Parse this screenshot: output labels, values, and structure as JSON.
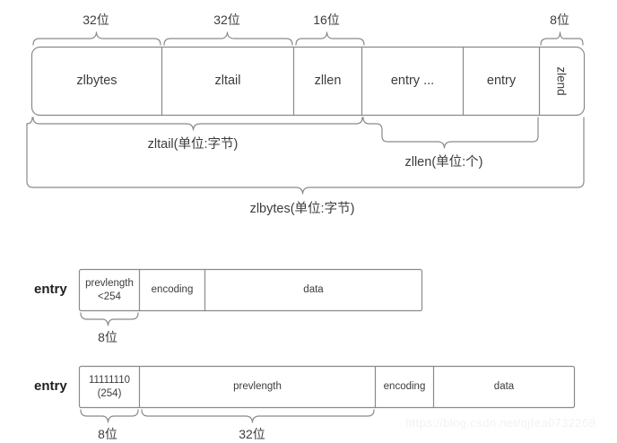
{
  "diagram": {
    "title": "Redis ziplist structure",
    "colors": {
      "border": "#8a8a8a",
      "text": "#3c3c3c",
      "background": "#ffffff",
      "watermark": "#f2f2f2"
    }
  },
  "ziplist": {
    "bit_labels": [
      {
        "text": "32位"
      },
      {
        "text": "32位"
      },
      {
        "text": "16位"
      },
      {
        "text": "8位"
      }
    ],
    "cells": [
      {
        "text": "zlbytes"
      },
      {
        "text": "zltail"
      },
      {
        "text": "zllen"
      },
      {
        "text": "entry ..."
      },
      {
        "text": "entry"
      },
      {
        "text": "zlend"
      }
    ],
    "braces": [
      {
        "text": "zltail(单位:字节)"
      },
      {
        "text": "zllen(单位:个)"
      },
      {
        "text": "zlbytes(单位:字节)"
      }
    ]
  },
  "entry_short": {
    "label": "entry",
    "cells": [
      {
        "line1": "prevlength",
        "line2": "<254"
      },
      {
        "line1": "encoding",
        "line2": ""
      },
      {
        "line1": "data",
        "line2": ""
      }
    ],
    "bit_labels": [
      {
        "text": "8位"
      }
    ]
  },
  "entry_long": {
    "label": "entry",
    "cells": [
      {
        "line1": "11111110",
        "line2": "(254)"
      },
      {
        "line1": "prevlength",
        "line2": ""
      },
      {
        "line1": "encoding",
        "line2": ""
      },
      {
        "line1": "data",
        "line2": ""
      }
    ],
    "bit_labels": [
      {
        "text": "8位"
      },
      {
        "text": "32位"
      }
    ]
  },
  "watermark": {
    "text": "https://blog.csdn.net/qjfea0732269"
  }
}
